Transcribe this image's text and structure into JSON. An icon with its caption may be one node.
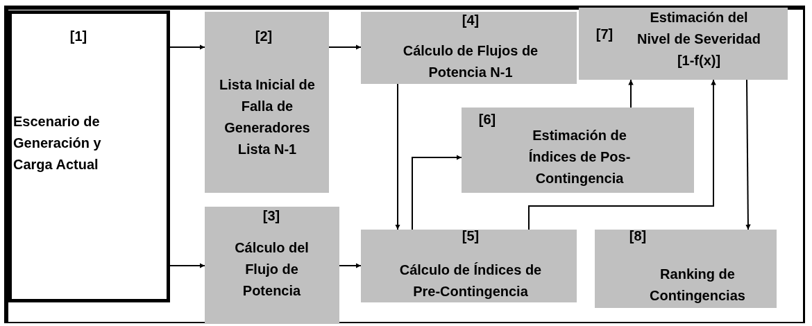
{
  "diagram": {
    "nodes": [
      {
        "text": [
          "[1]",
          "Escenario de Generación y Carga Actual"
        ]
      },
      {
        "text": [
          "[2]",
          "Lista Inicial de Falla de Generadores Lista N-1"
        ]
      },
      {
        "text": [
          "[4]",
          "Cálculo de Flujos de Potencia N-1"
        ]
      },
      {
        "text": [
          "[7]",
          "Estimación del Nivel de Severidad [1-f(x)]"
        ]
      },
      {
        "text": [
          "[6]",
          "Estimación de Índices de Pos-Contingencia"
        ]
      },
      {
        "text": [
          "[3]",
          "Cálculo del Flujo de Potencia"
        ]
      },
      {
        "text": [
          "[5]",
          "Cálculo de Índices de Pre-Contingencia"
        ]
      },
      {
        "text": [
          "[8]",
          "Ranking de Contingencias"
        ]
      }
    ],
    "edges": [
      {
        "from": 0,
        "to": 1,
        "arrow": "to"
      },
      {
        "from": 1,
        "to": 2,
        "arrow": "to"
      },
      {
        "from": 0,
        "to": 5,
        "arrow": "to"
      },
      {
        "from": 5,
        "to": 6,
        "arrow": "to"
      },
      {
        "from": 2,
        "to": 6,
        "arrow": "to"
      },
      {
        "from": 6,
        "to": 4,
        "arrow": "to"
      },
      {
        "from": 4,
        "to": 3,
        "arrow": "to"
      },
      {
        "from": 6,
        "to": 3,
        "arrow": "to"
      },
      {
        "from": 3,
        "to": 7,
        "arrow": "to"
      }
    ]
  }
}
